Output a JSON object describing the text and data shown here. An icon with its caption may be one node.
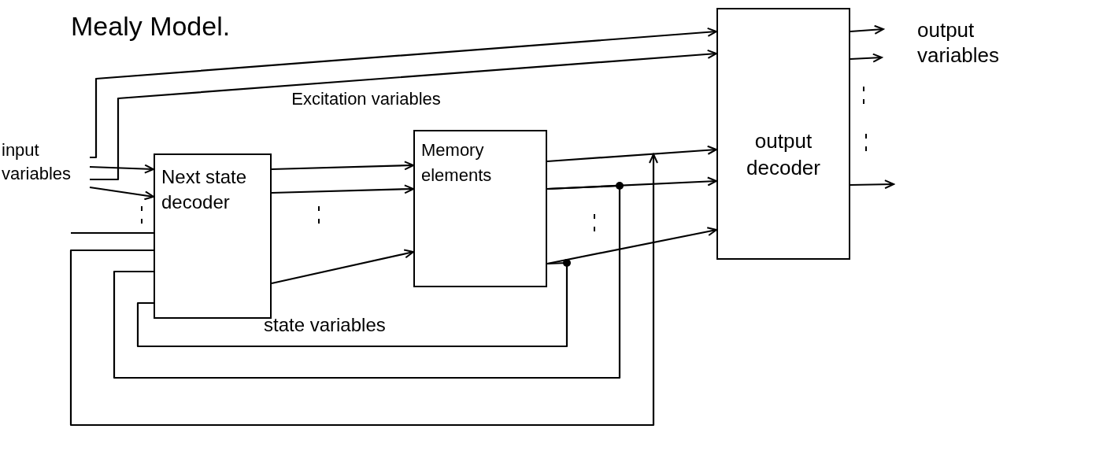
{
  "diagram": {
    "title": "Mealy Model.",
    "nodes": [
      {
        "text": [
          "input variables"
        ]
      },
      {
        "text": [
          "Next state decoder"
        ]
      },
      {
        "text": [
          "Memory elements"
        ]
      },
      {
        "text": [
          "output decoder"
        ]
      }
    ],
    "edges": [
      {
        "from": 0,
        "to": 1,
        "arrow": "to"
      },
      {
        "from": 0,
        "to": 1,
        "arrow": "to"
      },
      {
        "from": null,
        "to": 1,
        "arrow": "none"
      },
      {
        "from": 0,
        "to": 3,
        "arrow": "to"
      },
      {
        "from": 0,
        "to": 3,
        "arrow": "to"
      },
      {
        "from": 1,
        "to": 2,
        "arrow": "to"
      },
      {
        "from": 1,
        "to": 2,
        "arrow": "to"
      },
      {
        "from": 1,
        "to": 2,
        "arrow": "to"
      },
      {
        "from": 2,
        "to": 3,
        "arrow": "to"
      },
      {
        "from": 2,
        "to": 3,
        "arrow": "to"
      },
      {
        "from": 2,
        "to": 3,
        "arrow": "to"
      },
      {
        "from": 2,
        "to": 1,
        "arrow": "none"
      },
      {
        "from": 2,
        "to": 1,
        "arrow": "none"
      },
      {
        "from": 1,
        "to": null,
        "arrow": "to"
      },
      {
        "from": 3,
        "to": null,
        "arrow": "to"
      },
      {
        "from": 3,
        "to": null,
        "arrow": "to"
      },
      {
        "from": 3,
        "to": null,
        "arrow": "to"
      }
    ],
    "labels": [
      "Excitation variables",
      "state variables",
      "output variables"
    ]
  }
}
